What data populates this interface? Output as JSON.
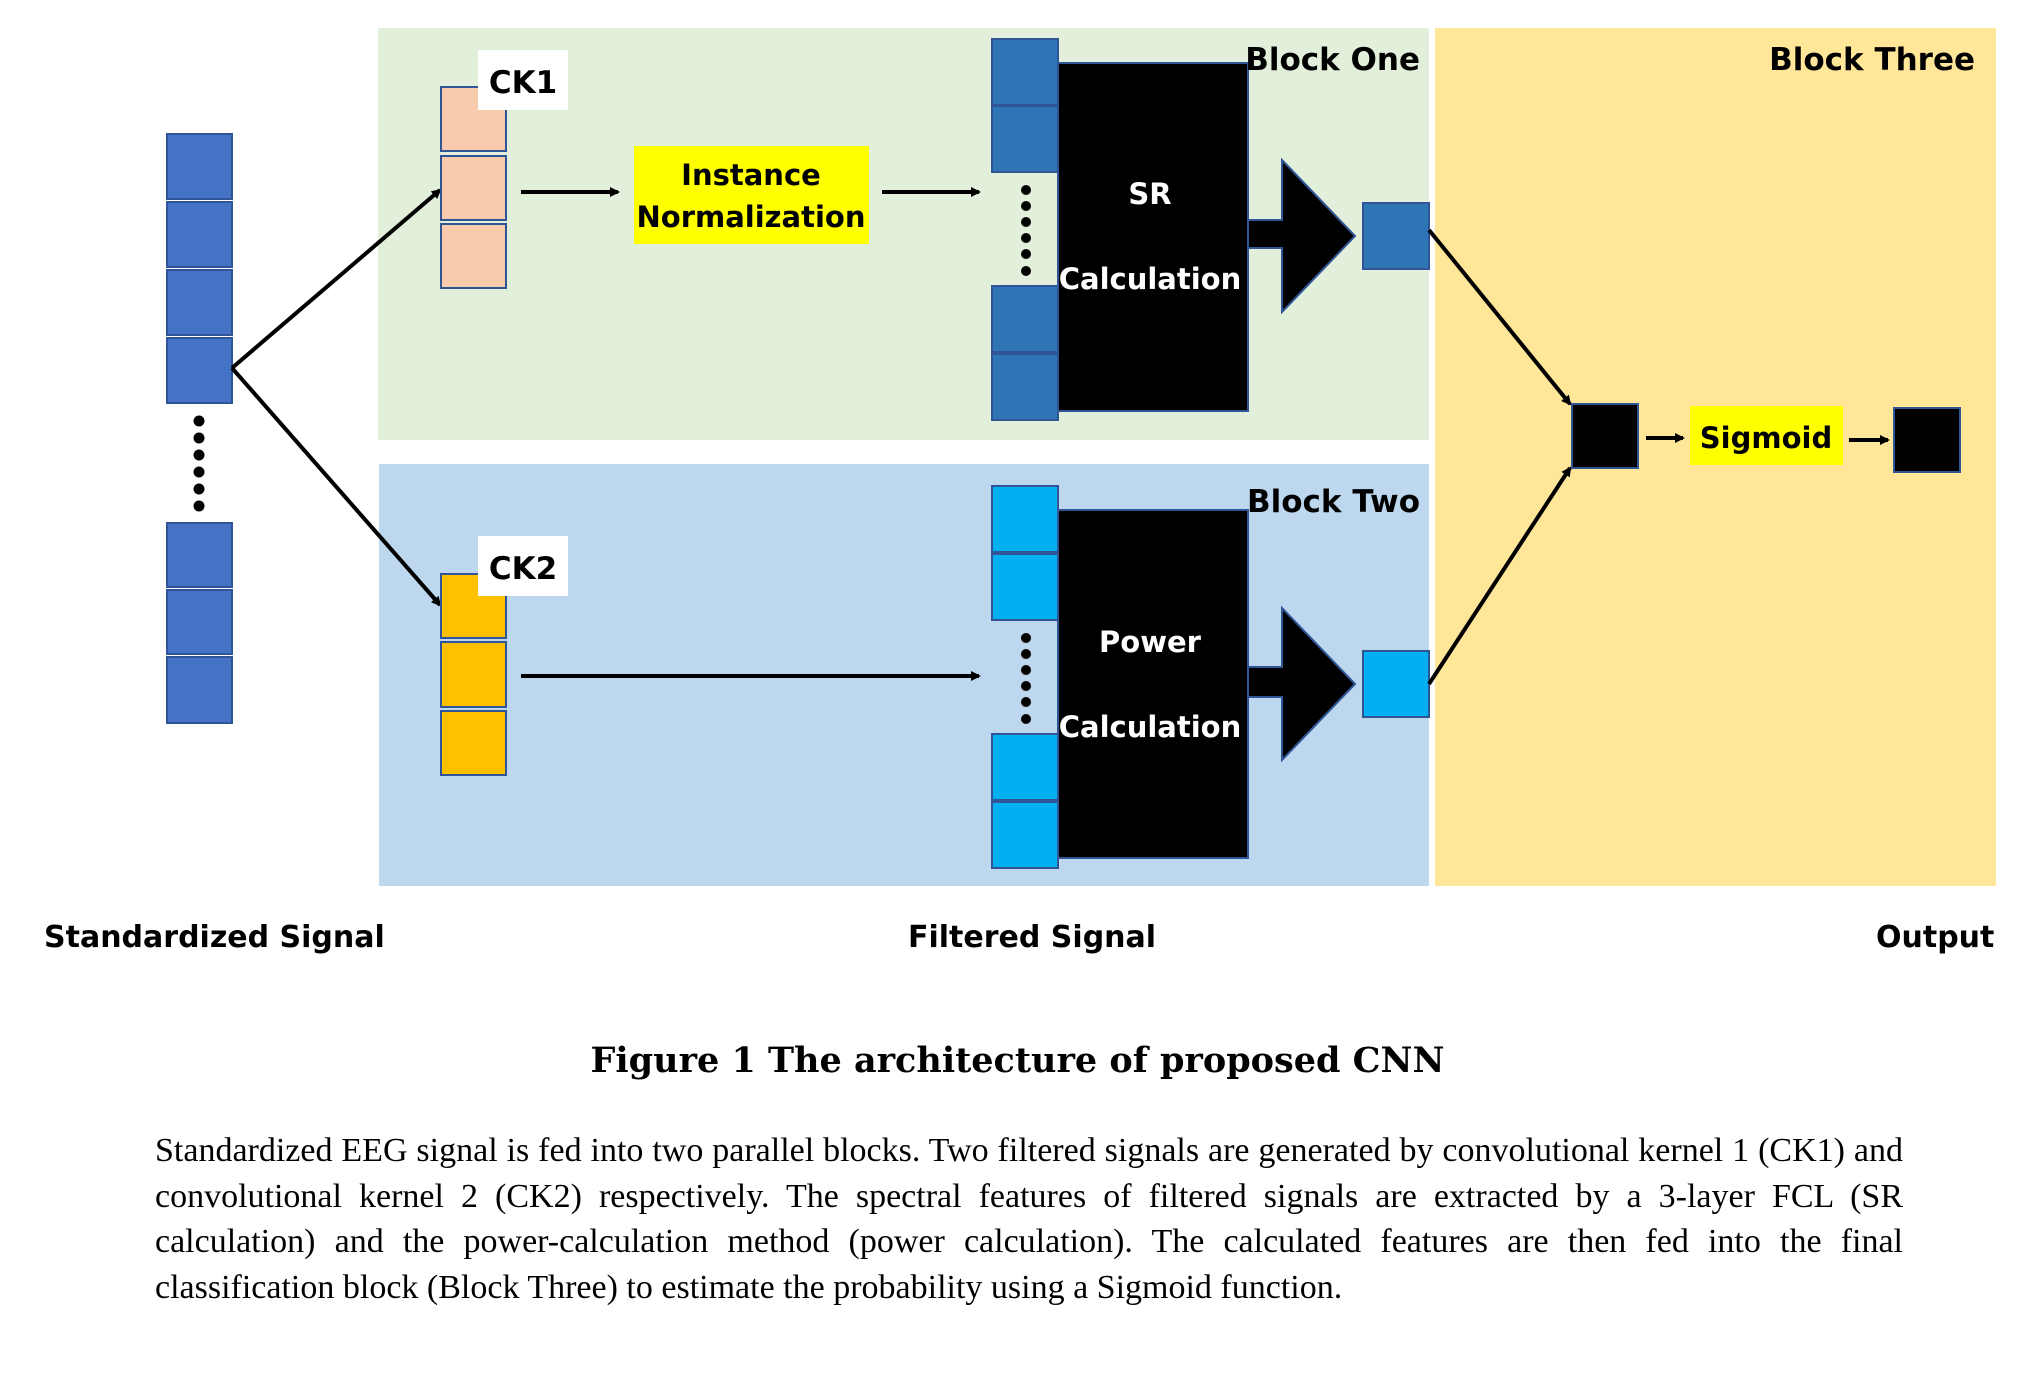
{
  "figure": {
    "blocks": {
      "block_one": {
        "label": "Block One",
        "bg": "#E2EFDA"
      },
      "block_two": {
        "label": "Block Two",
        "bg": "#BDD7EE"
      },
      "block_three": {
        "label": "Block Three",
        "bg": "#FFE699"
      }
    },
    "kernels": {
      "ck1": {
        "label": "CK1",
        "color": "#F8CBAD"
      },
      "ck2": {
        "label": "CK2",
        "color": "#FFC000"
      }
    },
    "instance_norm": {
      "line1": "Instance",
      "line2": "Normalization",
      "bg": "#FFFF00"
    },
    "sr_calc": {
      "line1": "SR",
      "line2": "Calculation"
    },
    "power_calc": {
      "line1": "Power",
      "line2": "Calculation"
    },
    "sigmoid": {
      "label": "Sigmoid",
      "bg": "#FFFF00"
    },
    "colors": {
      "input_cell": "#4472C4",
      "block_one_cell": "#2E75B6",
      "block_two_cell": "#00B0F0",
      "calc_box": "#000000"
    },
    "bottom_labels": {
      "standardized": "Standardized  Signal",
      "filtered": "Filtered Signal",
      "output": "Output"
    }
  },
  "caption": {
    "title": "Figure 1 The architecture of proposed CNN",
    "body": "Standardized EEG signal is fed into two parallel blocks. Two filtered signals are generated by convolutional kernel 1 (CK1) and convolutional kernel 2 (CK2) respectively. The spectral features of filtered signals are extracted by a 3-layer FCL (SR calculation) and the power-calculation method (power calculation). The calculated features are then fed into the final classification block (Block Three) to estimate the probability using a Sigmoid function."
  }
}
